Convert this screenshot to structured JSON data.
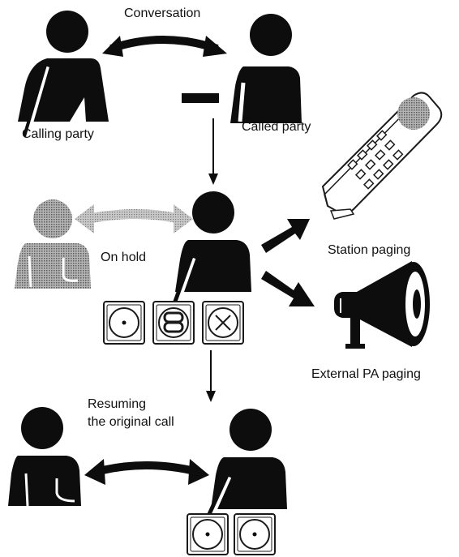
{
  "labels": {
    "conversation": "Conversation",
    "calling_party": "Calling party",
    "called_party": "Called party",
    "on_hold": "On hold",
    "station_paging": "Station paging",
    "external_pa_paging": "External PA paging",
    "resuming_line1": "Resuming",
    "resuming_line2": "the original call"
  },
  "hold_keys": [
    "dot-key",
    "hold-key",
    "x-key"
  ],
  "resume_keys": [
    "dot-key",
    "dot-key"
  ],
  "colors": {
    "figure": "#0d0d0d",
    "held_party": "#8c8c8c",
    "grey_arrow": "#9a9a9a",
    "outline": "#1a1a1a"
  }
}
